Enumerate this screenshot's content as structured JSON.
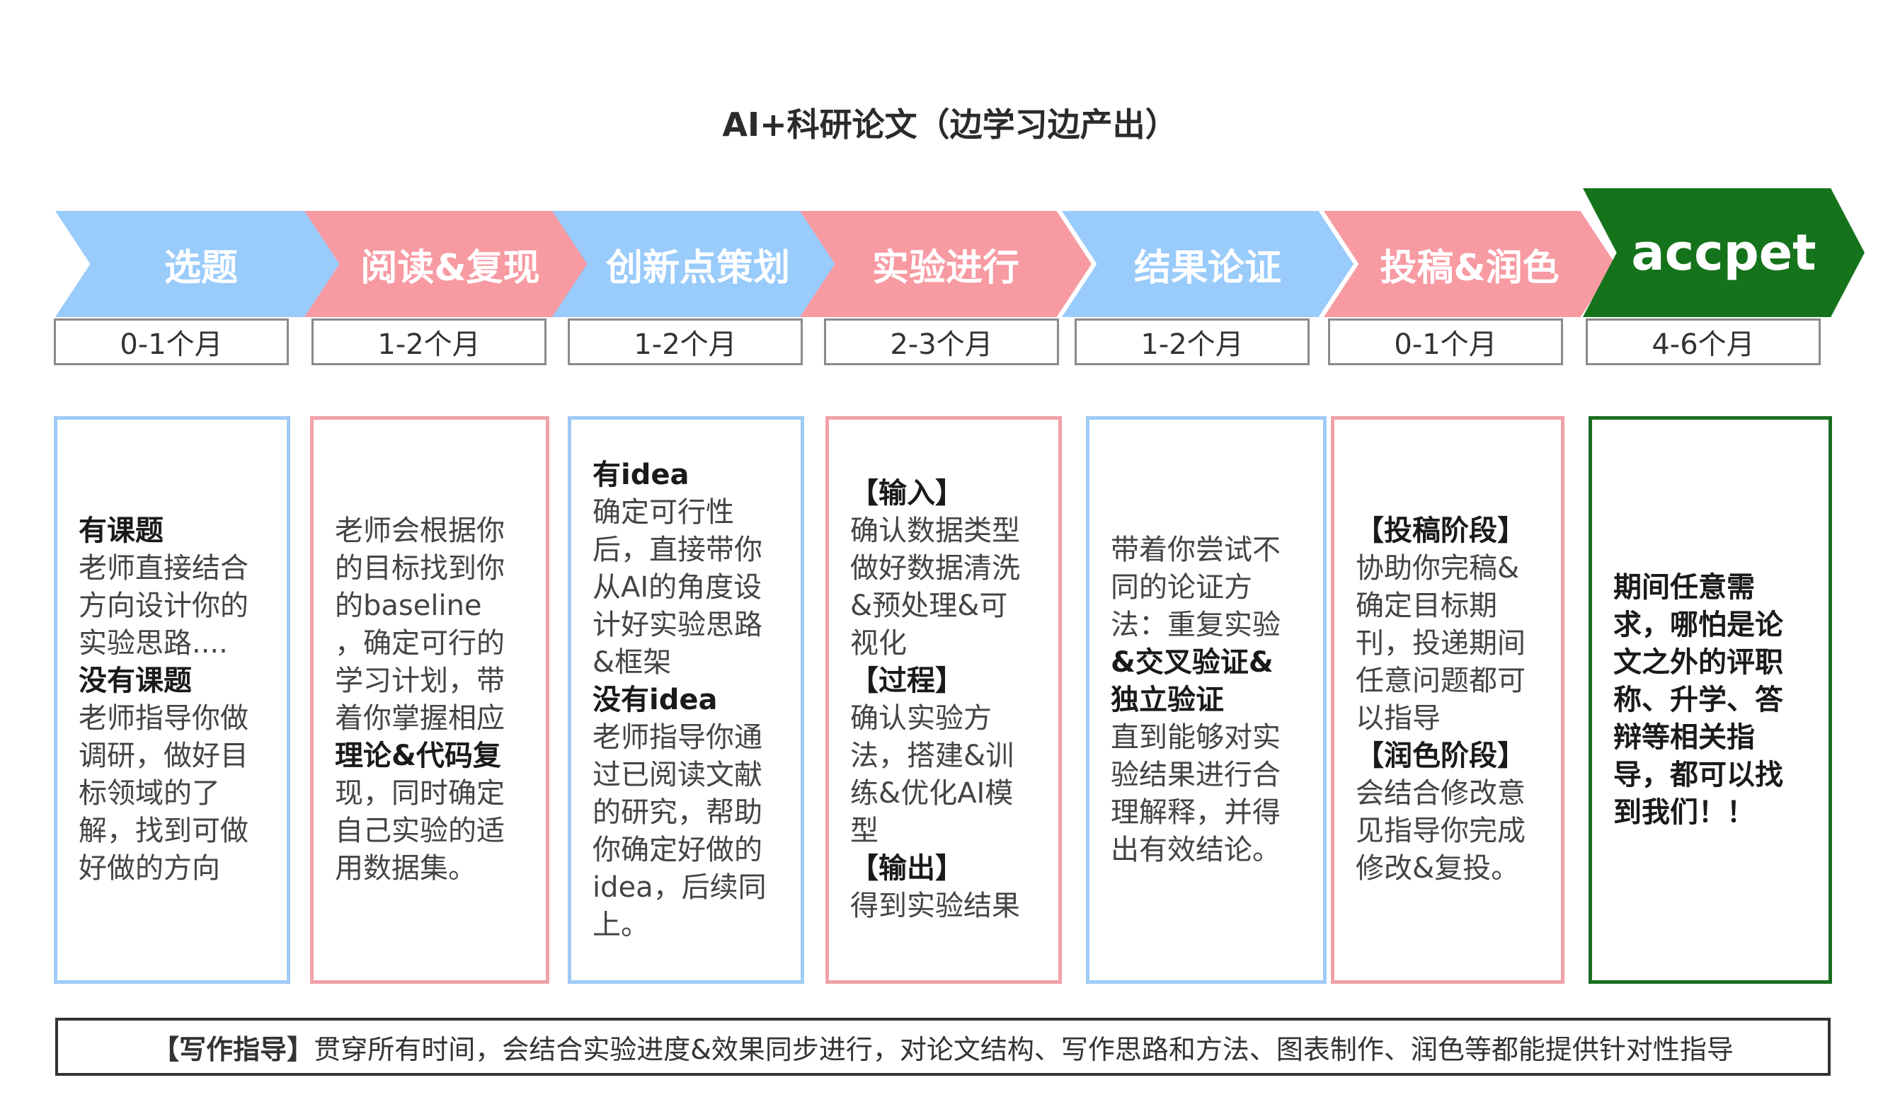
{
  "title": "AI+科研论文（边学习边产出）",
  "colors": {
    "blue_arrow": "#99cbfb",
    "pink_arrow": "#f79aa2",
    "green_arrow": "#15731c",
    "blue_border": "#9fcbf5",
    "pink_border": "#f0a1a8",
    "green_border": "#1a6e20"
  },
  "stages": [
    {
      "name": "选题",
      "duration": "0-1个月",
      "content": [
        {
          "text": "有课题",
          "bold": true
        },
        {
          "text": "老师直接结合",
          "bold": false
        },
        {
          "text": "方向设计你的",
          "bold": false
        },
        {
          "text": "实验思路....",
          "bold": false
        },
        {
          "text": "没有课题",
          "bold": true
        },
        {
          "text": "老师指导你做",
          "bold": false
        },
        {
          "text": "调研，做好目",
          "bold": false
        },
        {
          "text": "标领域的了",
          "bold": false
        },
        {
          "text": "解，找到可做",
          "bold": false
        },
        {
          "text": "好做的方向",
          "bold": false
        }
      ]
    },
    {
      "name": "阅读&复现",
      "duration": "1-2个月",
      "content": [
        {
          "text": "老师会根据你",
          "bold": false
        },
        {
          "text": "的目标找到你",
          "bold": false
        },
        {
          "text": "的baseline",
          "bold": false
        },
        {
          "text": "，确定可行的",
          "bold": false
        },
        {
          "text": "学习计划，带",
          "bold": false
        },
        {
          "text": "着你掌握相应",
          "bold": false
        },
        {
          "text": "理论&代码复",
          "bold": true
        },
        {
          "text": "现，同时确定",
          "bold": false
        },
        {
          "text": "自己实验的适",
          "bold": false
        },
        {
          "text": "用数据集。",
          "bold": false
        }
      ]
    },
    {
      "name": "创新点策划",
      "duration": "1-2个月",
      "content": [
        {
          "text": "有idea",
          "bold": true
        },
        {
          "text": "确定可行性",
          "bold": false
        },
        {
          "text": "后，直接带你",
          "bold": false
        },
        {
          "text": "从AI的角度设",
          "bold": false
        },
        {
          "text": "计好实验思路",
          "bold": false
        },
        {
          "text": "&框架",
          "bold": false
        },
        {
          "text": "没有idea",
          "bold": true
        },
        {
          "text": "老师指导你通",
          "bold": false
        },
        {
          "text": "过已阅读文献",
          "bold": false
        },
        {
          "text": "的研究，帮助",
          "bold": false
        },
        {
          "text": "你确定好做的",
          "bold": false
        },
        {
          "text": "idea，后续同",
          "bold": false
        },
        {
          "text": "上。",
          "bold": false
        }
      ]
    },
    {
      "name": "实验进行",
      "duration": "2-3个月",
      "content": [
        {
          "text": "【输入】",
          "bold": true
        },
        {
          "text": "确认数据类型",
          "bold": false
        },
        {
          "text": "做好数据清洗",
          "bold": false
        },
        {
          "text": "&预处理&可",
          "bold": false
        },
        {
          "text": "视化",
          "bold": false
        },
        {
          "text": "【过程】",
          "bold": true
        },
        {
          "text": "确认实验方",
          "bold": false
        },
        {
          "text": "法，搭建&训",
          "bold": false
        },
        {
          "text": "练&优化AI模",
          "bold": false
        },
        {
          "text": "型",
          "bold": false
        },
        {
          "text": "【输出】",
          "bold": true
        },
        {
          "text": "得到实验结果",
          "bold": false
        }
      ]
    },
    {
      "name": "结果论证",
      "duration": "1-2个月",
      "content": [
        {
          "text": "带着你尝试不",
          "bold": false
        },
        {
          "text": "同的论证方",
          "bold": false
        },
        {
          "text": "法：重复实验",
          "bold": false
        },
        {
          "text": "&交叉验证&",
          "bold": true
        },
        {
          "text": "独立验证",
          "bold": true
        },
        {
          "text": "直到能够对实",
          "bold": false
        },
        {
          "text": "验结果进行合",
          "bold": false
        },
        {
          "text": "理解释，并得",
          "bold": false
        },
        {
          "text": "出有效结论。",
          "bold": false
        }
      ]
    },
    {
      "name": "投稿&润色",
      "duration": "0-1个月",
      "content": [
        {
          "text": "【投稿阶段】",
          "bold": true
        },
        {
          "text": "协助你完稿&",
          "bold": false
        },
        {
          "text": "确定目标期",
          "bold": false
        },
        {
          "text": "刊，投递期间",
          "bold": false
        },
        {
          "text": "任意问题都可",
          "bold": false
        },
        {
          "text": "以指导",
          "bold": false
        },
        {
          "text": "【润色阶段】",
          "bold": true
        },
        {
          "text": "会结合修改意",
          "bold": false
        },
        {
          "text": "见指导你完成",
          "bold": false
        },
        {
          "text": "修改&复投。",
          "bold": false
        }
      ]
    },
    {
      "name": "accpet",
      "duration": "4-6个月",
      "content": [
        {
          "text": "期间任意需",
          "bold": true
        },
        {
          "text": "求，哪怕是论",
          "bold": true
        },
        {
          "text": "文之外的评职",
          "bold": true
        },
        {
          "text": "称、升学、答",
          "bold": true
        },
        {
          "text": "辩等相关指",
          "bold": true
        },
        {
          "text": "导，都可以找",
          "bold": true
        },
        {
          "text": "到我们！！",
          "bold": true
        }
      ]
    }
  ],
  "guide": {
    "label": "【写作指导】",
    "text": "贯穿所有时间，会结合实验进度&效果同步进行，对论文结构、写作思路和方法、图表制作、润色等都能提供针对性指导"
  }
}
